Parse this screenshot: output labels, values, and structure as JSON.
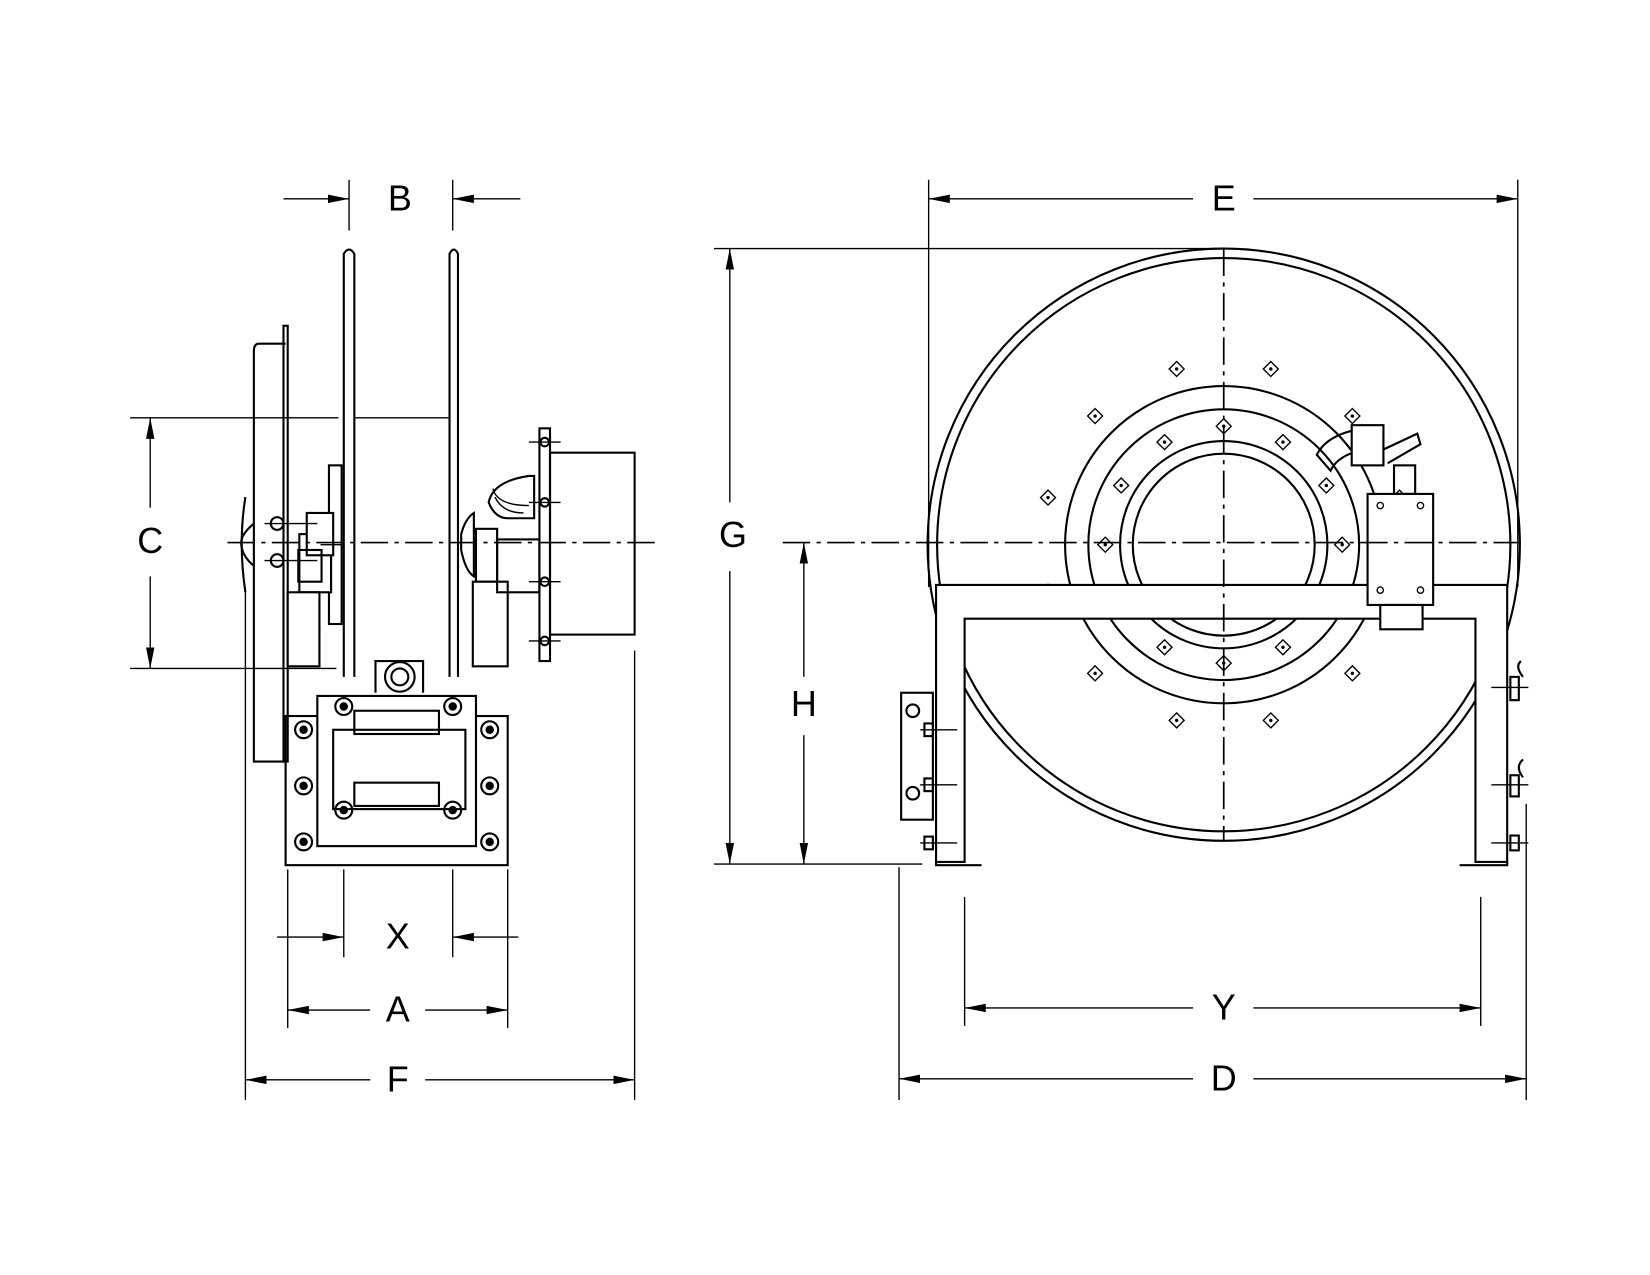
{
  "drawing": {
    "side_view": {
      "dimensions": {
        "a": "A",
        "b": "B",
        "c": "C",
        "f": "F",
        "x": "X"
      }
    },
    "front_view": {
      "dimensions": {
        "d": "D",
        "e": "E",
        "g": "G",
        "h": "H",
        "y": "Y"
      }
    },
    "line_color": "#000000",
    "background_color": "#ffffff"
  }
}
